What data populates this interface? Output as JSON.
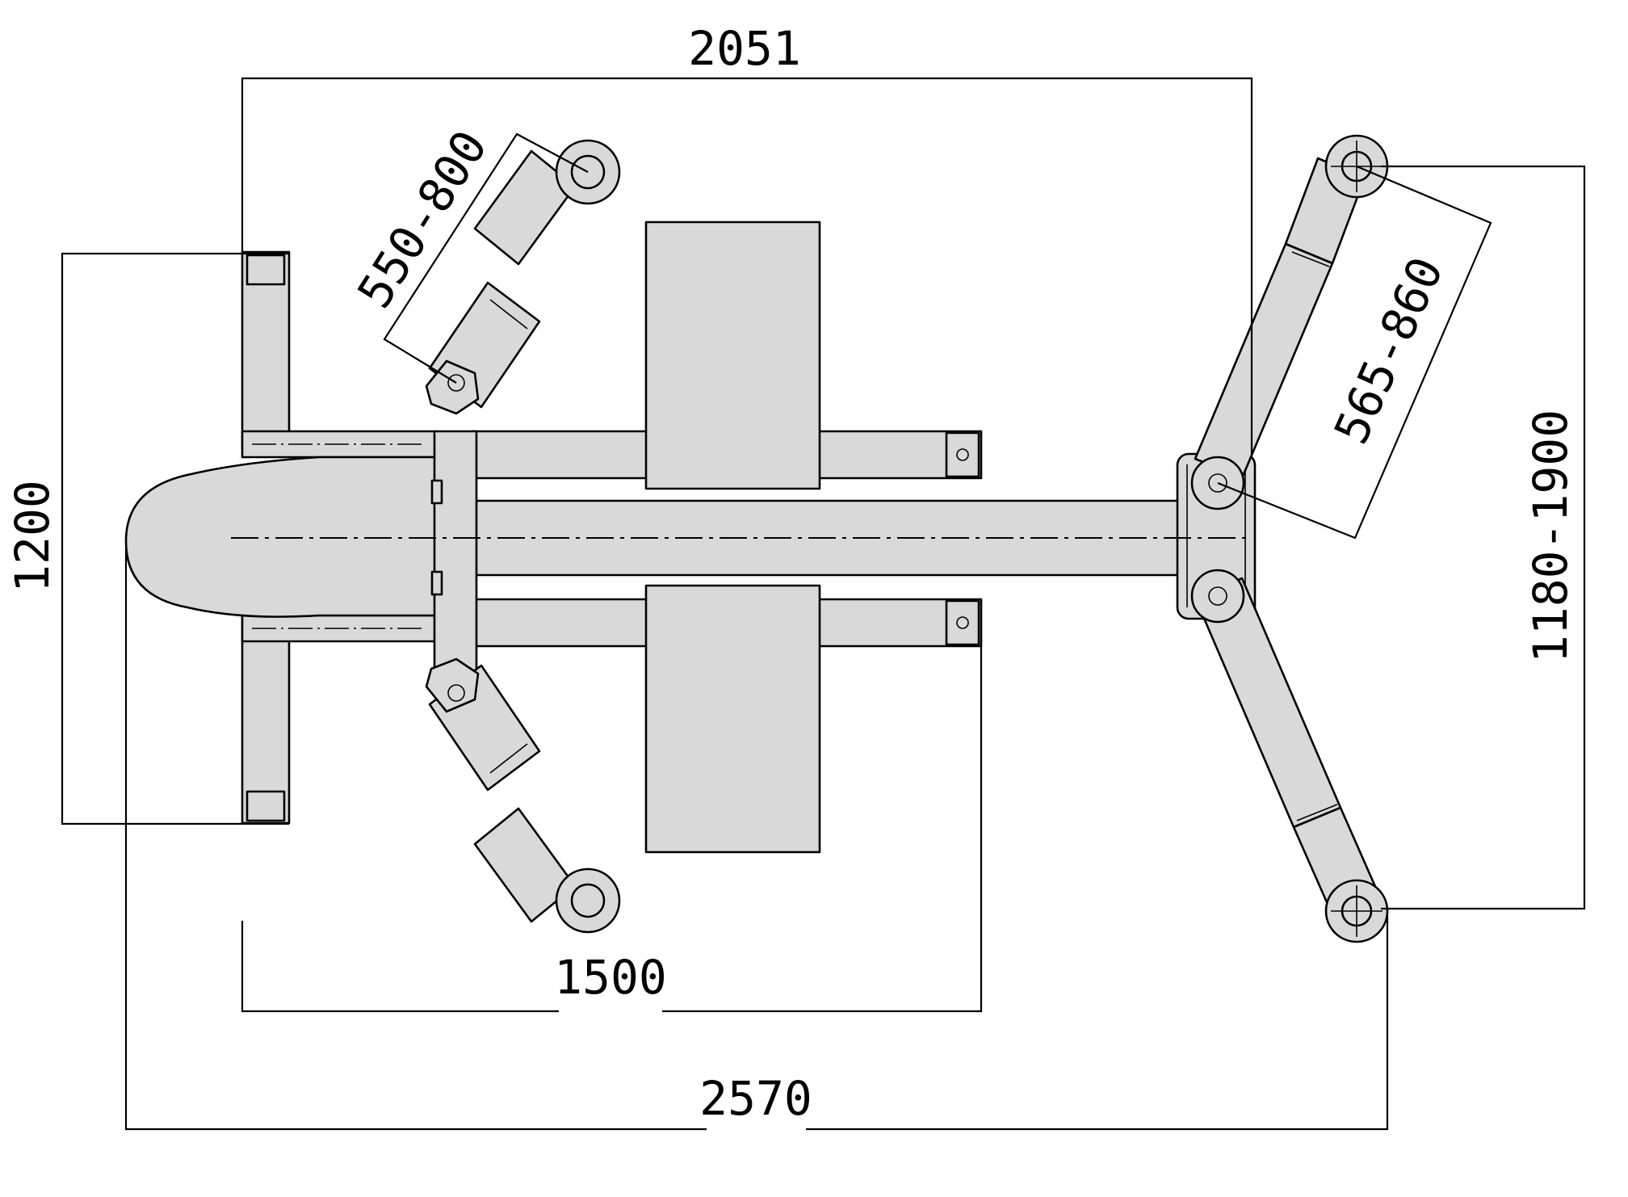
{
  "drawing": {
    "colors": {
      "part_fill": "#d9d9d9",
      "line": "#000000",
      "background": "#ffffff"
    },
    "dimensions": {
      "overall_top_width": "2051",
      "arm_reach_left": "550-800",
      "base_width": "1200",
      "arm_reach_right": "565-860",
      "span_right": "1180-1900",
      "inner_length": "1500",
      "overall_length": "2570"
    }
  }
}
